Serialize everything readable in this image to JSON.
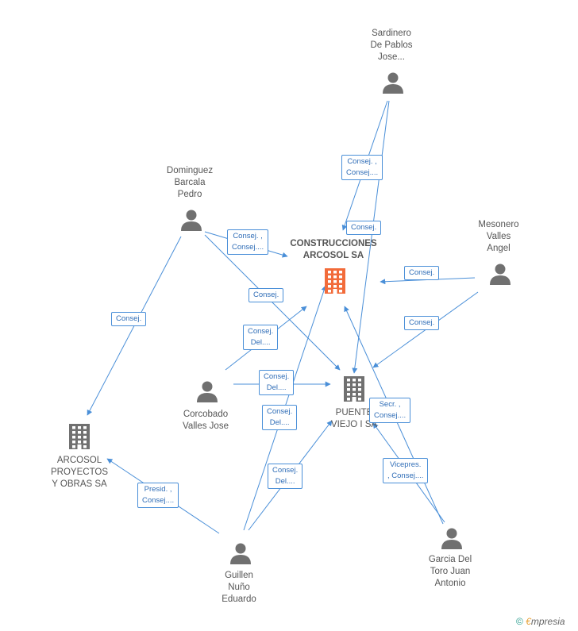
{
  "nodes": {
    "sardinero": {
      "lines": [
        "Sardinero",
        "De Pablos",
        "Jose..."
      ]
    },
    "dominguez": {
      "lines": [
        "Dominguez",
        "Barcala",
        "Pedro"
      ]
    },
    "mesonero": {
      "lines": [
        "Mesonero",
        "Valles",
        "Angel"
      ]
    },
    "construcciones": {
      "lines": [
        "CONSTRUCCIONES",
        "ARCOSOL SA"
      ]
    },
    "corcobado": {
      "lines": [
        "Corcobado",
        "Valles Jose"
      ]
    },
    "puente": {
      "lines": [
        "PUENTE",
        "VIEJO I SA"
      ]
    },
    "arcosol": {
      "lines": [
        "ARCOSOL",
        "PROYECTOS",
        "Y OBRAS SA"
      ]
    },
    "guillen": {
      "lines": [
        "Guillen",
        "Nuño",
        "Eduardo"
      ]
    },
    "garcia": {
      "lines": [
        "Garcia Del",
        "Toro Juan",
        "Antonio"
      ]
    }
  },
  "edge_labels": [
    {
      "lines": [
        "Consej. ,",
        "Consej...."
      ]
    },
    {
      "lines": [
        "Consej."
      ]
    },
    {
      "lines": [
        "Consej. ,",
        "Consej...."
      ]
    },
    {
      "lines": [
        "Consej."
      ]
    },
    {
      "lines": [
        "Consej.",
        "Del...."
      ]
    },
    {
      "lines": [
        "Consej."
      ]
    },
    {
      "lines": [
        "Consej."
      ]
    },
    {
      "lines": [
        "Consej.",
        "Del...."
      ]
    },
    {
      "lines": [
        "Consej."
      ]
    },
    {
      "lines": [
        "Secr. ,",
        "Consej...."
      ]
    },
    {
      "lines": [
        "Consej.",
        "Del...."
      ]
    },
    {
      "lines": [
        "Consej.",
        "Del...."
      ]
    },
    {
      "lines": [
        "Vicepres.",
        ", Consej...."
      ]
    },
    {
      "lines": [
        "Presid. ,",
        "Consej...."
      ]
    }
  ],
  "footer": {
    "copyright": "©",
    "brand_first": "€",
    "brand_rest": "mpresia"
  },
  "colors": {
    "edge": "#4a8fd8",
    "person": "#707070",
    "company": "#707070",
    "main_company": "#f26b3a"
  }
}
